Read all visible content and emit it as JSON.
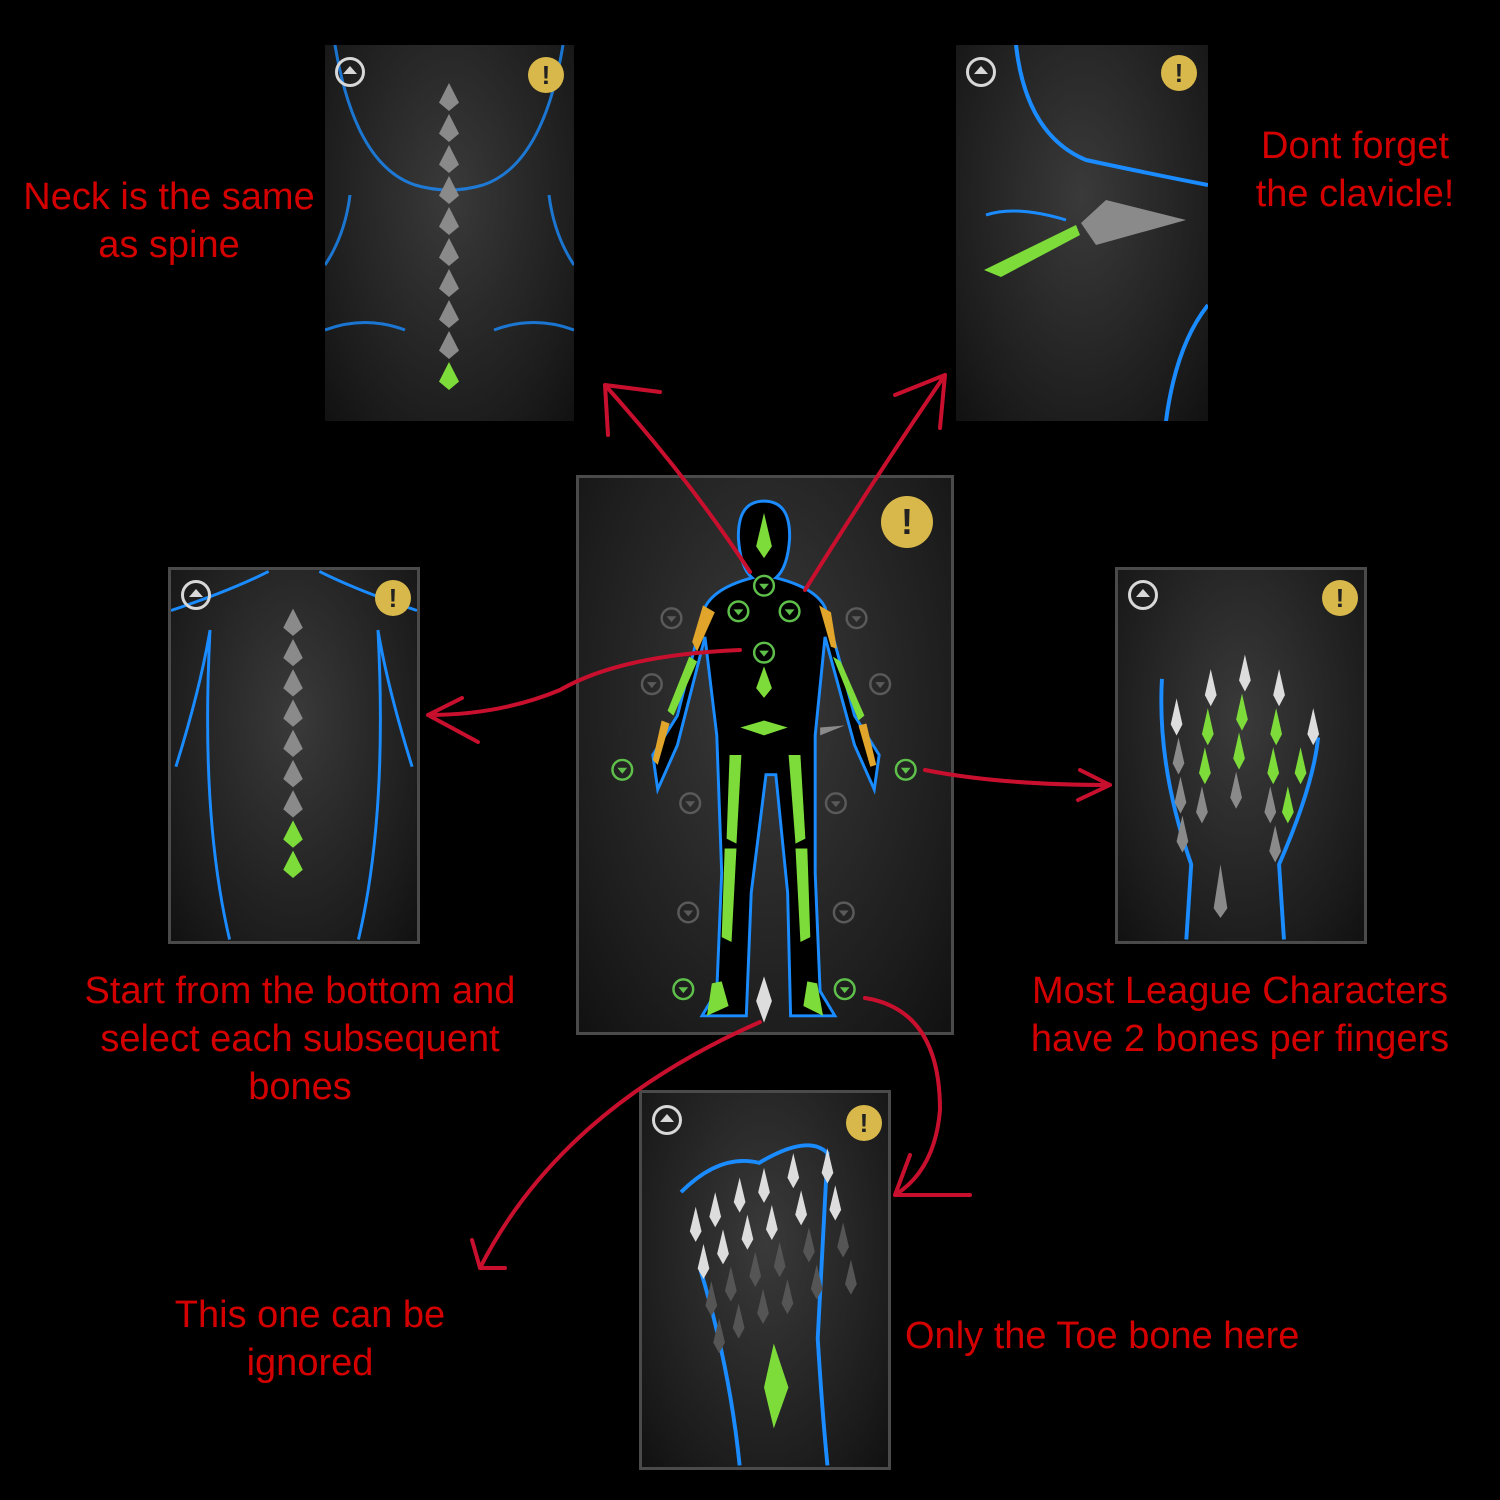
{
  "notes": {
    "neck": [
      "Neck is the same",
      "as spine"
    ],
    "clavicle": [
      "Dont forget",
      "the clavicle!"
    ],
    "spine": [
      "Start from the bottom and",
      "select each subsequent",
      "bones"
    ],
    "fingers": [
      "Most League Characters",
      "have 2 bones per fingers"
    ],
    "ignored": [
      "This one can be",
      "ignored"
    ],
    "toe": [
      "Only the Toe bone here"
    ]
  },
  "icons": {
    "back": "up-arrow-circle-icon",
    "warning": "exclamation-icon",
    "warning_glyph": "!"
  },
  "colors": {
    "annotation": "#d40000",
    "arrow": "#c8102e",
    "bone_selected": "#7ddc3a",
    "bone_partial": "#e0a52a",
    "bone_unselected": "#8a8a8a",
    "body_outline": "#1a8cff",
    "warning": "#d8b84a"
  }
}
